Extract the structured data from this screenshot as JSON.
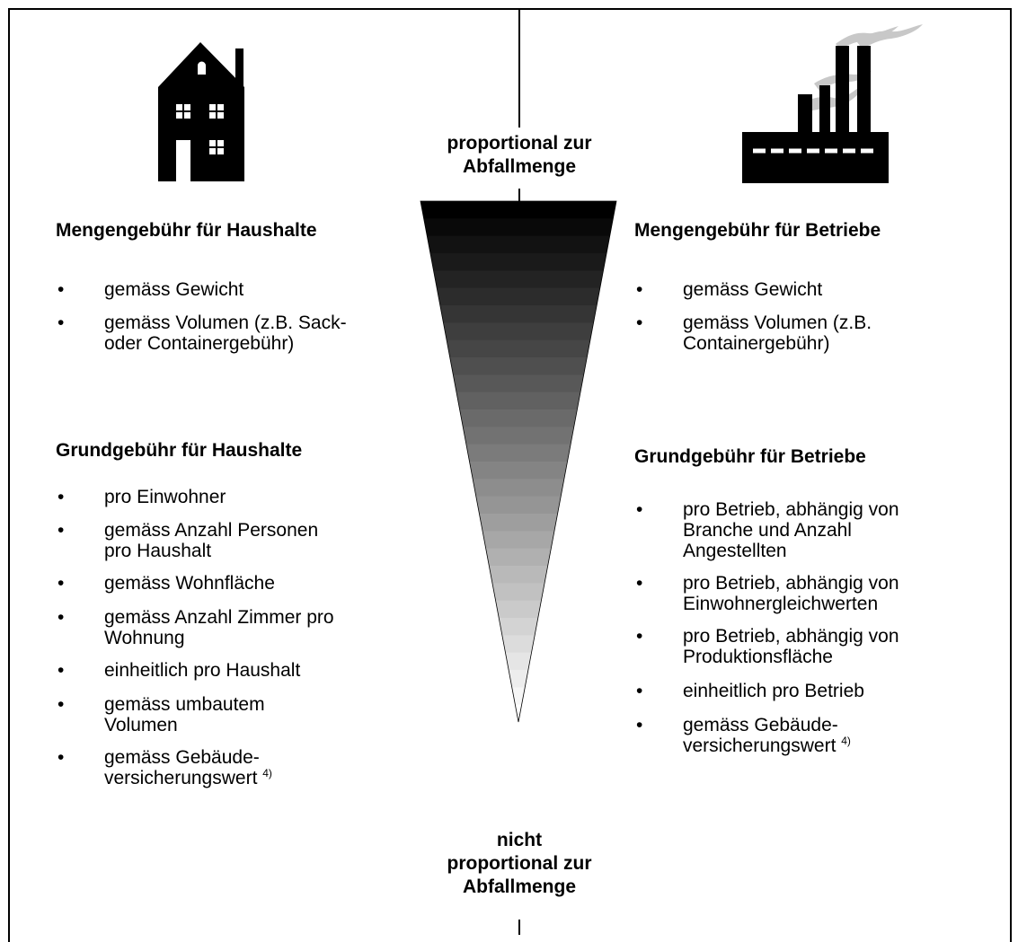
{
  "center": {
    "top_label": [
      "proportional zur",
      "Abfallmenge"
    ],
    "bottom_label": [
      "nicht",
      "proportional zur",
      "Abfallmenge"
    ],
    "wedge": {
      "top_color": "#000000",
      "bottom_color": "#ffffff",
      "bands": 30
    }
  },
  "left": {
    "icon": "house-icon",
    "sections": [
      {
        "title": "Mengengebühr für Haushalte",
        "items": [
          {
            "lines": [
              "gemäss Gewicht"
            ]
          },
          {
            "lines": [
              "gemäss Volumen (z.B. Sack-",
              "oder Containergebühr)"
            ]
          }
        ]
      },
      {
        "title": "Grundgebühr für Haushalte",
        "items": [
          {
            "lines": [
              "pro Einwohner"
            ]
          },
          {
            "lines": [
              "gemäss Anzahl Personen",
              "pro Haushalt"
            ]
          },
          {
            "lines": [
              "gemäss Wohnfläche"
            ]
          },
          {
            "lines": [
              "gemäss Anzahl Zimmer pro",
              "Wohnung"
            ]
          },
          {
            "lines": [
              "einheitlich pro Haushalt"
            ]
          },
          {
            "lines": [
              "gemäss umbautem",
              "Volumen"
            ]
          },
          {
            "lines": [
              "gemäss Gebäude-",
              "versicherungswert"
            ],
            "footnote": "4)"
          }
        ]
      }
    ]
  },
  "right": {
    "icon": "factory-icon",
    "sections": [
      {
        "title": "Mengengebühr für Betriebe",
        "items": [
          {
            "lines": [
              "gemäss Gewicht"
            ]
          },
          {
            "lines": [
              "gemäss Volumen (z.B.",
              "Containergebühr)"
            ]
          }
        ]
      },
      {
        "title": "Grundgebühr für Betriebe",
        "items": [
          {
            "lines": [
              "pro Betrieb, abhängig von",
              "Branche und Anzahl",
              "Angestellten"
            ]
          },
          {
            "lines": [
              "pro Betrieb, abhängig von",
              "Einwohnergleichwerten"
            ]
          },
          {
            "lines": [
              "pro Betrieb, abhängig von",
              "Produktionsfläche"
            ]
          },
          {
            "lines": [
              "einheitlich pro Betrieb"
            ]
          },
          {
            "lines": [
              "gemäss Gebäude-",
              "versicherungswert"
            ],
            "footnote": "4)"
          }
        ]
      }
    ]
  }
}
